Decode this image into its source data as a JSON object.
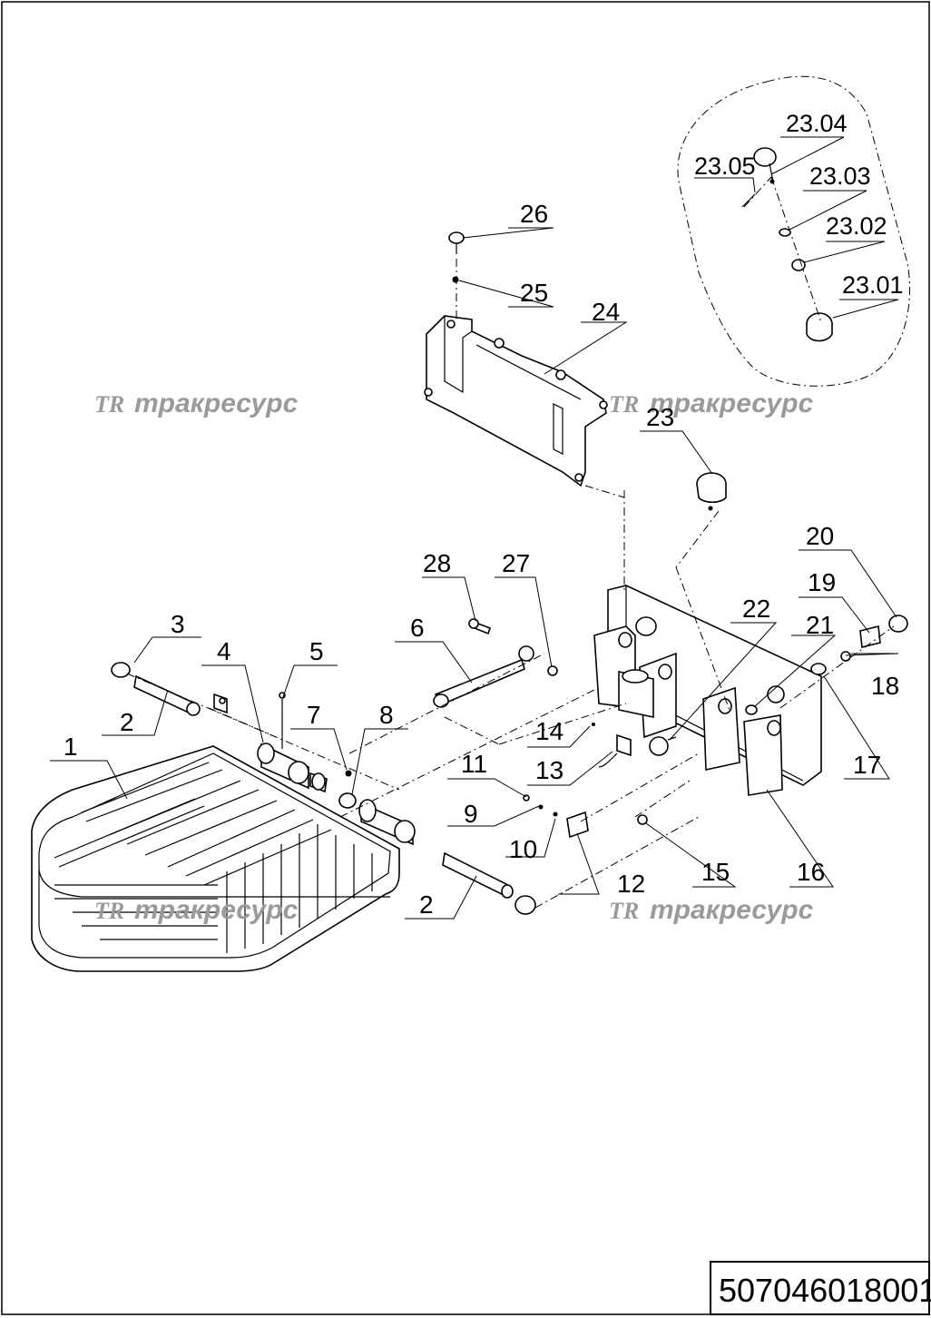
{
  "labels": [
    {
      "id": "1",
      "text": "1"
    },
    {
      "id": "2a",
      "text": "2"
    },
    {
      "id": "2b",
      "text": "2"
    },
    {
      "id": "3",
      "text": "3"
    },
    {
      "id": "4",
      "text": "4"
    },
    {
      "id": "5",
      "text": "5"
    },
    {
      "id": "6",
      "text": "6"
    },
    {
      "id": "7",
      "text": "7"
    },
    {
      "id": "8",
      "text": "8"
    },
    {
      "id": "9",
      "text": "9"
    },
    {
      "id": "10",
      "text": "10"
    },
    {
      "id": "11",
      "text": "11"
    },
    {
      "id": "12",
      "text": "12"
    },
    {
      "id": "13",
      "text": "13"
    },
    {
      "id": "14",
      "text": "14"
    },
    {
      "id": "15",
      "text": "15"
    },
    {
      "id": "16",
      "text": "16"
    },
    {
      "id": "17",
      "text": "17"
    },
    {
      "id": "18",
      "text": "18"
    },
    {
      "id": "19",
      "text": "19"
    },
    {
      "id": "20",
      "text": "20"
    },
    {
      "id": "21",
      "text": "21"
    },
    {
      "id": "22",
      "text": "22"
    },
    {
      "id": "23",
      "text": "23"
    },
    {
      "id": "24",
      "text": "24"
    },
    {
      "id": "25",
      "text": "25"
    },
    {
      "id": "26",
      "text": "26"
    },
    {
      "id": "27",
      "text": "27"
    },
    {
      "id": "28",
      "text": "28"
    },
    {
      "id": "23.01",
      "text": "23.01"
    },
    {
      "id": "23.02",
      "text": "23.02"
    },
    {
      "id": "23.03",
      "text": "23.03"
    },
    {
      "id": "23.04",
      "text": "23.04"
    },
    {
      "id": "23.05",
      "text": "23.05"
    }
  ],
  "watermark": {
    "logo": "TR",
    "text": "тракресурс",
    "color": "#9a9a9a"
  },
  "document_number": "507046018001"
}
